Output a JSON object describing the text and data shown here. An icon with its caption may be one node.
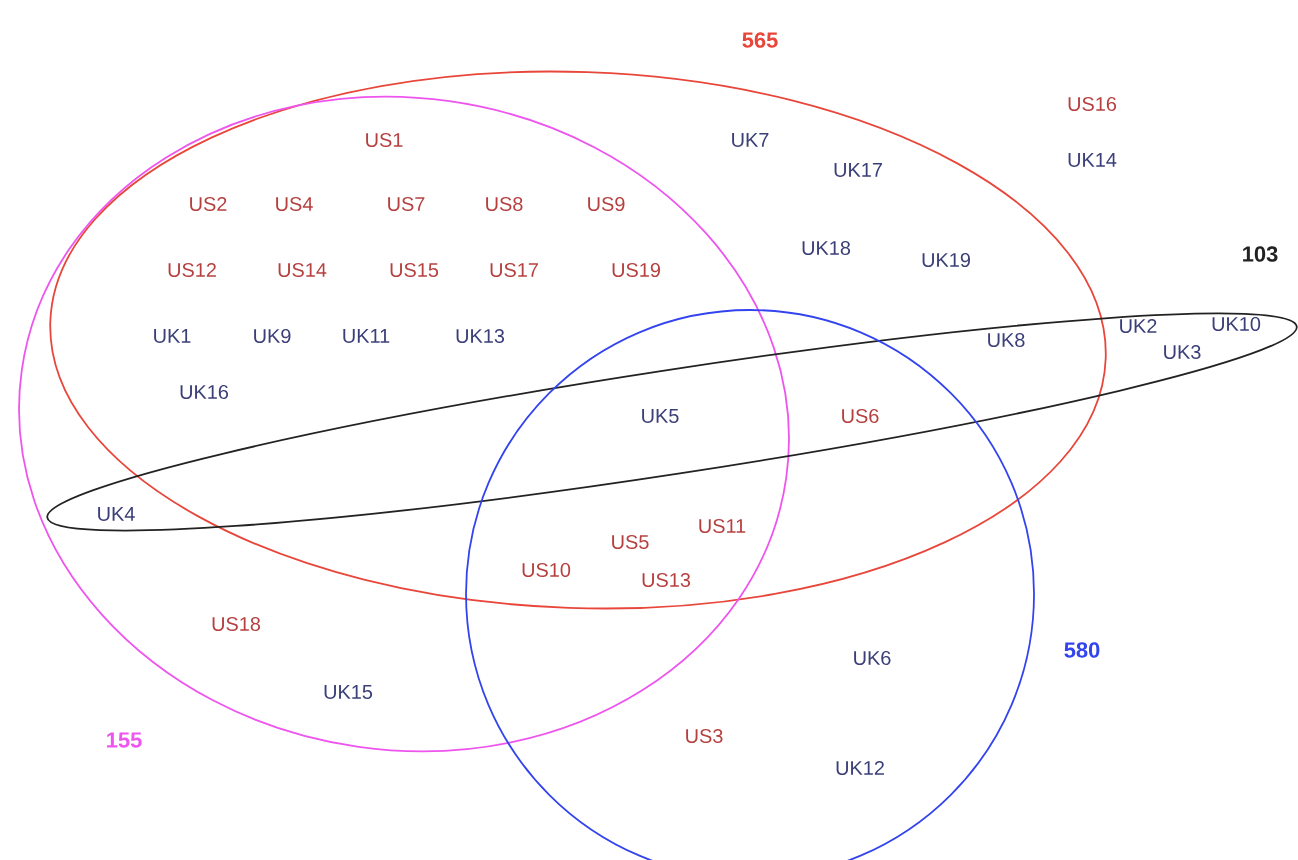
{
  "diagram": {
    "nodes": [
      {
        "text": [
          "565"
        ]
      },
      {
        "text": [
          "155"
        ]
      },
      {
        "text": [
          "103"
        ]
      },
      {
        "text": [
          "580"
        ]
      }
    ],
    "labels": [
      "US16",
      "US1",
      "UK7",
      "UK14",
      "UK17",
      "US2",
      "US4",
      "US7",
      "US8",
      "US9",
      "UK18",
      "UK19",
      "US12",
      "US14",
      "US15",
      "US17",
      "US19",
      "UK2",
      "UK10",
      "UK1",
      "UK9",
      "UK11",
      "UK13",
      "UK8",
      "UK3",
      "UK16",
      "UK5",
      "US6",
      "UK4",
      "US11",
      "US5",
      "US10",
      "US13",
      "US18",
      "UK6",
      "UK15",
      "US3",
      "UK12"
    ]
  }
}
